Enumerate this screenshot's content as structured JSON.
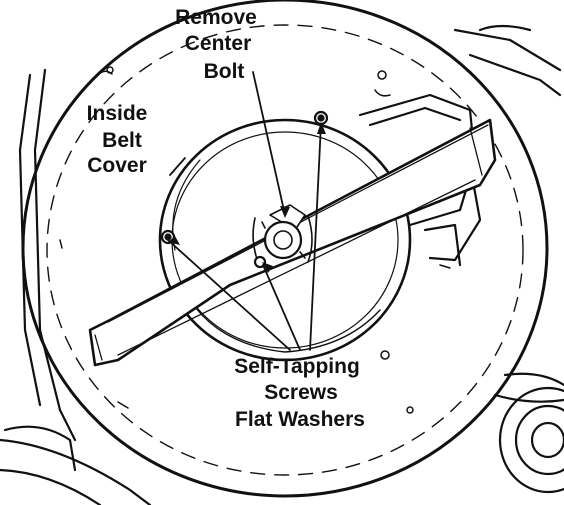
{
  "labels": {
    "remove_center_bolt": [
      "Remove",
      "Center",
      "Bolt"
    ],
    "inside_belt_cover": [
      "Inside",
      "Belt",
      "Cover"
    ],
    "self_tapping": [
      "Self-Tapping",
      "Screws",
      "Flat Washers"
    ]
  },
  "colors": {
    "ink": "#111111",
    "paper": "#ffffff"
  }
}
